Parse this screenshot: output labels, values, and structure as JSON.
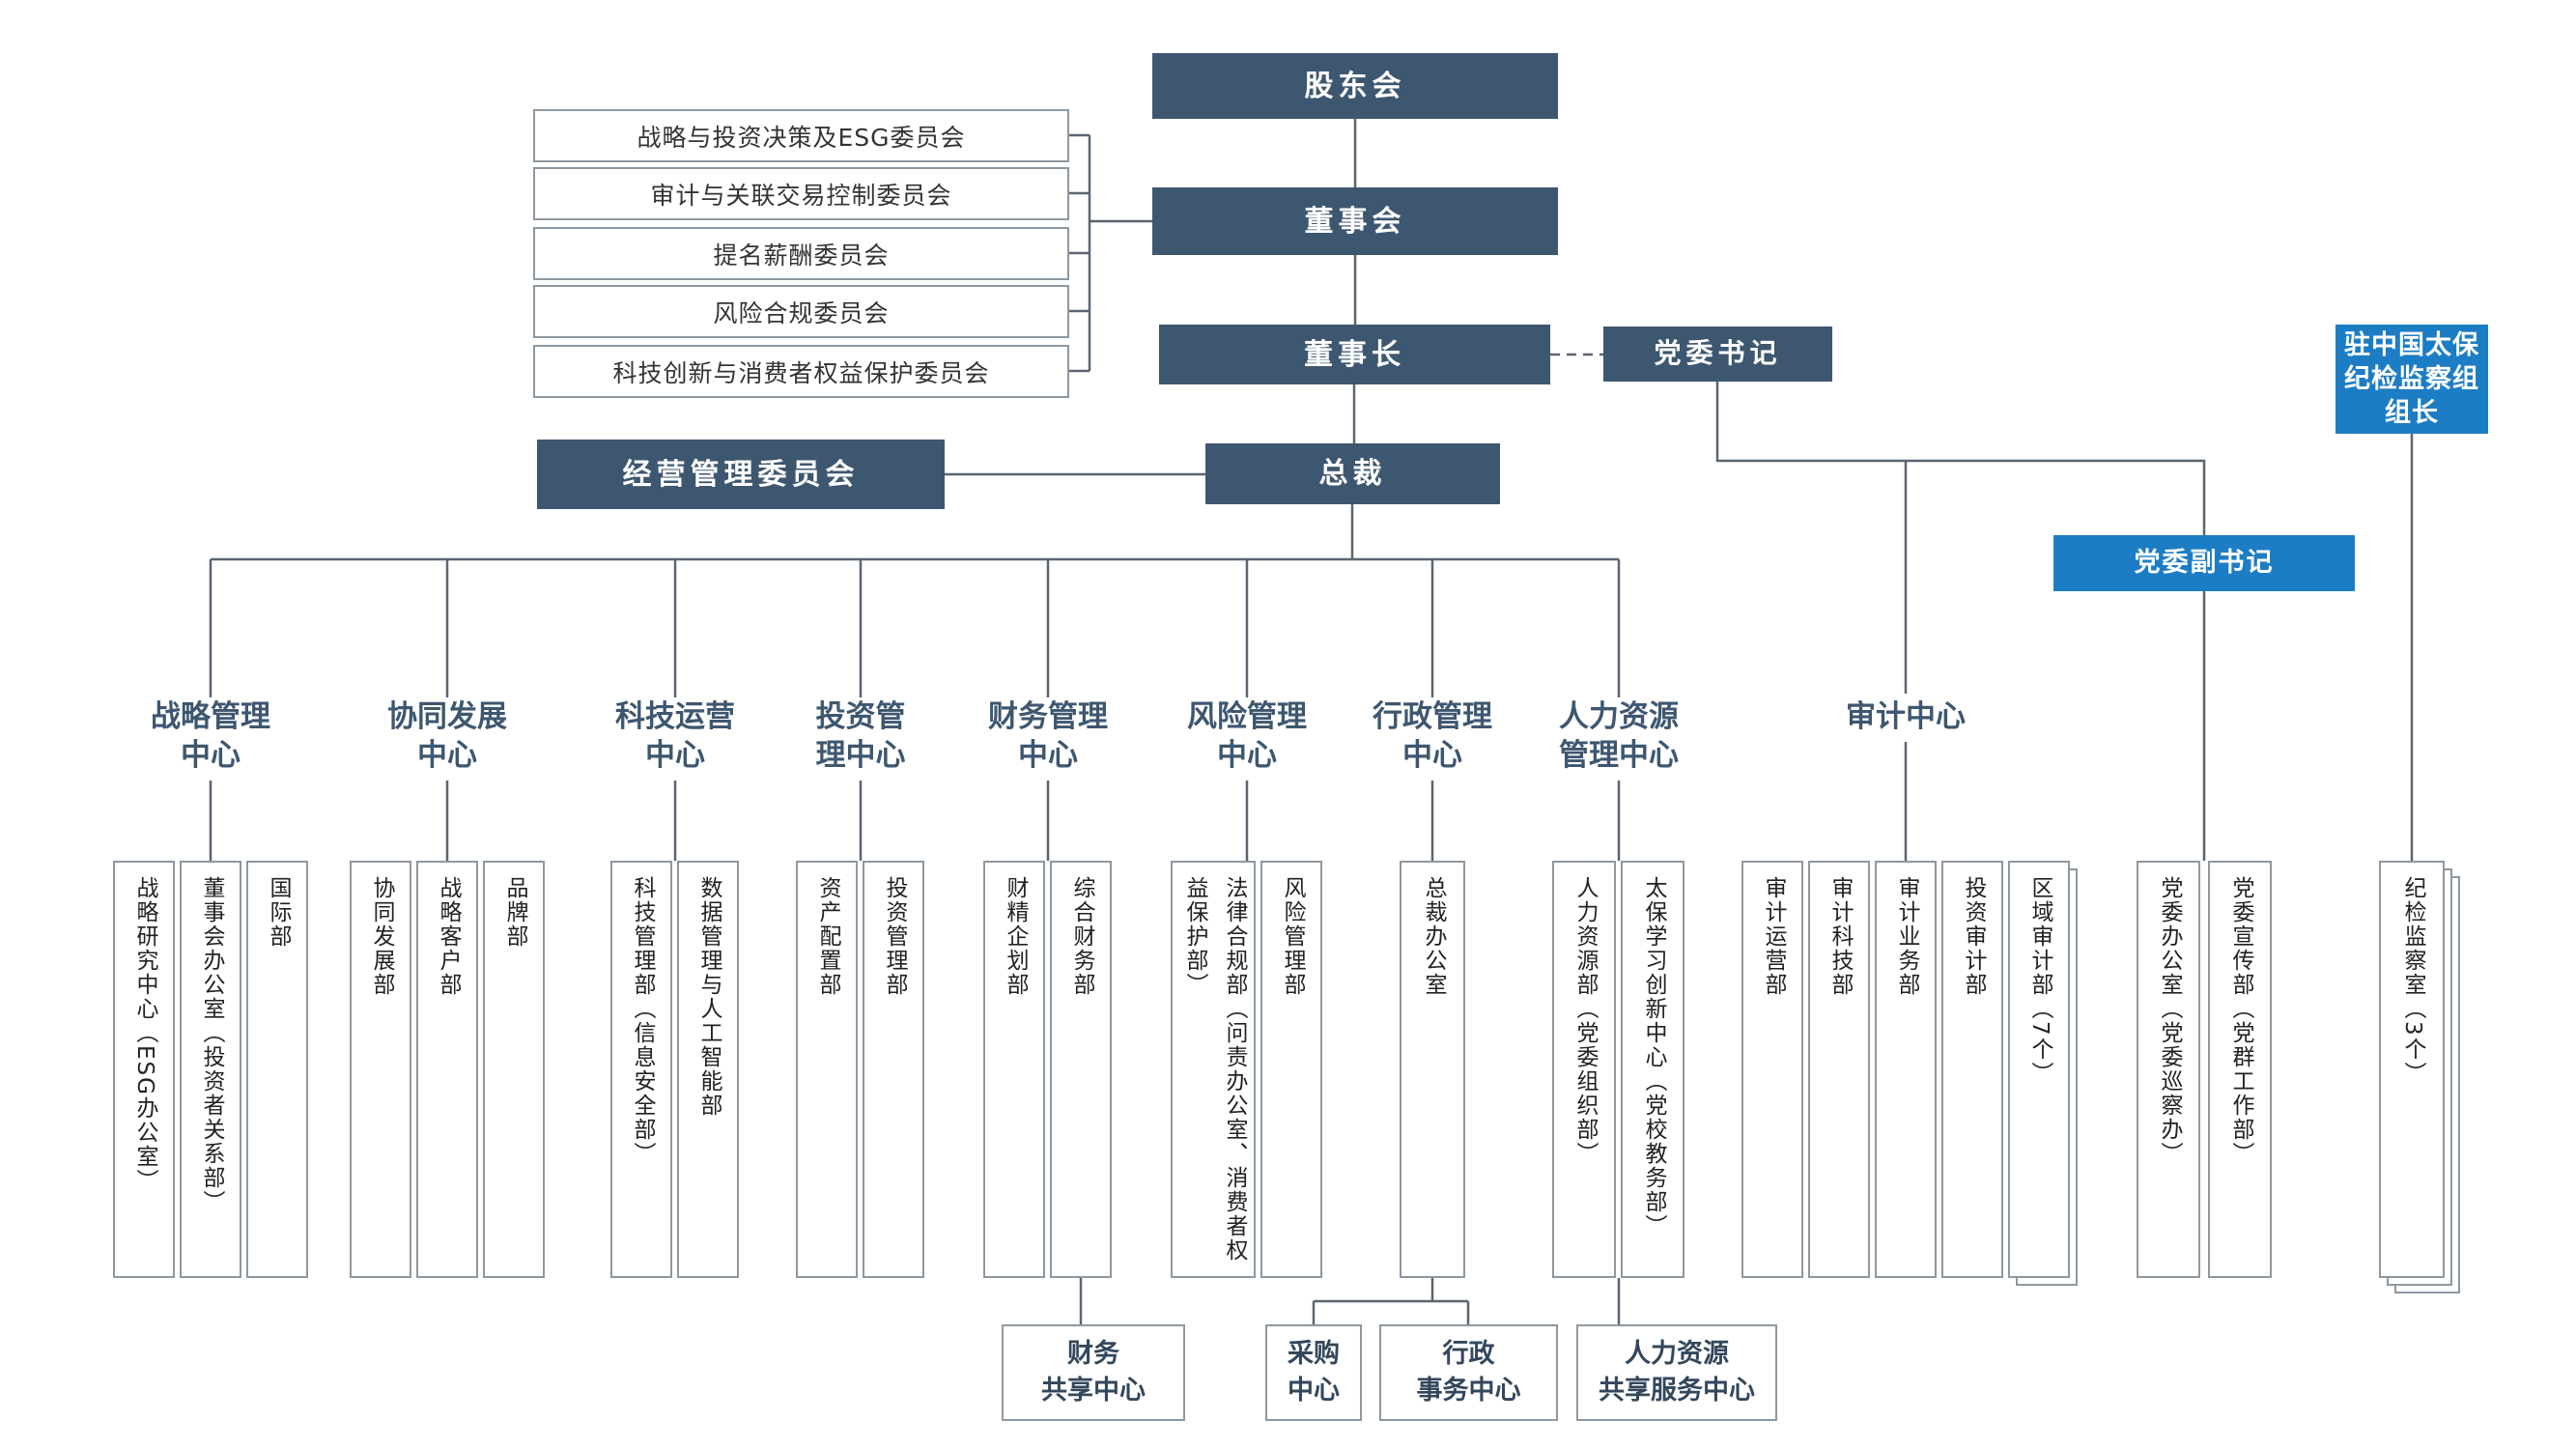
{
  "colors": {
    "dark_navy": "#3e5770",
    "bright_blue": "#1d7dc4",
    "box_border": "#8e98a1",
    "line": "#5a6671"
  },
  "nodes": {
    "shareholders": "股东会",
    "board": "董事会",
    "chairman": "董事长",
    "party_secretary": "党委书记",
    "president": "总裁",
    "management_committee": "经营管理委员会",
    "discipline_inspection_head": "驻中国太保\n纪检监察组\n组长",
    "deputy_party_secretary": "党委副书记"
  },
  "board_committees": [
    "战略与投资决策及ESG委员会",
    "审计与关联交易控制委员会",
    "提名薪酬委员会",
    "风险合规委员会",
    "科技创新与消费者权益保护委员会"
  ],
  "centers": [
    {
      "label": "战略管理\n中心",
      "departments": [
        "战略研究中心（ESG办公室）",
        "董事会办公室（投资者关系部）",
        "国际部"
      ]
    },
    {
      "label": "协同发展\n中心",
      "departments": [
        "协同发展部",
        "战略客户部",
        "品牌部"
      ]
    },
    {
      "label": "科技运营\n中心",
      "departments": [
        "科技管理部（信息安全部）",
        "数据管理与人工智能部"
      ]
    },
    {
      "label": "投资管\n理中心",
      "departments": [
        "资产配置部",
        "投资管理部"
      ]
    },
    {
      "label": "财务管理\n中心",
      "departments": [
        "财精企划部",
        "综合财务部"
      ]
    },
    {
      "label": "风险管理\n中心",
      "departments": [
        "法律合规部（问责办公室、消费者权益保护部）",
        "风险管理部"
      ]
    },
    {
      "label": "行政管理\n中心",
      "departments": [
        "总裁办公室"
      ]
    },
    {
      "label": "人力资源\n管理中心",
      "departments": [
        "人力资源部（党委组织部）",
        "太保学习创新中心（党校教务部）"
      ]
    },
    {
      "label": "审计中心",
      "departments": [
        "审计运营部",
        "审计科技部",
        "审计业务部",
        "投资审计部",
        "区域审计部（7个）"
      ]
    }
  ],
  "party_departments": [
    "党委办公室（党委巡察办）",
    "党委宣传部（党群工作部）"
  ],
  "discipline_departments": [
    "纪检监察室（3个）"
  ],
  "shared_centers": {
    "finance": "财务\n共享中心",
    "procurement": "采购\n中心",
    "admin_affairs": "行政\n事务中心",
    "hr_shared": "人力资源\n共享服务中心"
  }
}
